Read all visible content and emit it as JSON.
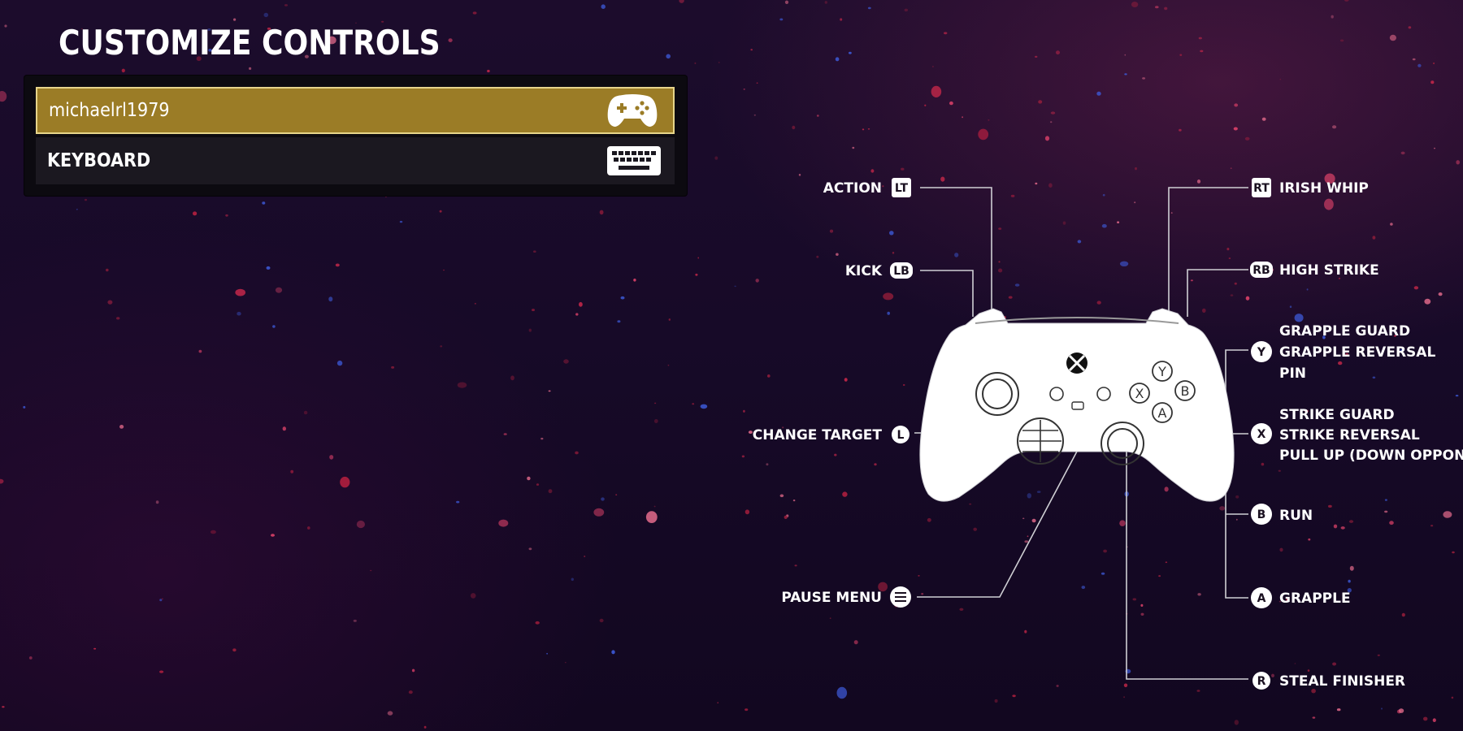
{
  "title": "CUSTOMIZE CONTROLS",
  "devices": [
    {
      "label": "michaelrl1979",
      "icon": "gamepad-icon",
      "selected": true
    },
    {
      "label": "KEYBOARD",
      "icon": "keyboard-icon",
      "selected": false
    }
  ],
  "controller": {
    "icon": "xbox-controller-icon",
    "face_buttons": [
      "Y",
      "B",
      "X",
      "A"
    ],
    "bindings": {
      "action": {
        "button": "LT",
        "label": "ACTION"
      },
      "kick": {
        "button": "LB",
        "label": "KICK"
      },
      "change_target": {
        "button": "L",
        "label": "CHANGE TARGET"
      },
      "pause_menu": {
        "button": "menu",
        "label": "PAUSE MENU"
      },
      "irish_whip": {
        "button": "RT",
        "label": "IRISH WHIP"
      },
      "high_strike": {
        "button": "RB",
        "label": "HIGH STRIKE"
      },
      "y_actions": {
        "button": "Y",
        "lines": [
          "GRAPPLE GUARD",
          "GRAPPLE REVERSAL",
          "PIN"
        ]
      },
      "x_actions": {
        "button": "X",
        "lines": [
          "STRIKE GUARD",
          "STRIKE REVERSAL",
          "PULL UP (DOWN OPPONENT)"
        ]
      },
      "run": {
        "button": "B",
        "label": "RUN"
      },
      "grapple": {
        "button": "A",
        "label": "GRAPPLE"
      },
      "steal_finisher": {
        "button": "R",
        "label": "STEAL FINISHER"
      }
    }
  },
  "colors": {
    "selected_fill": "#9b7c26",
    "selected_border": "#e7d58a",
    "row_fill": "#1b1820",
    "panel_fill": "#0c0a10"
  }
}
